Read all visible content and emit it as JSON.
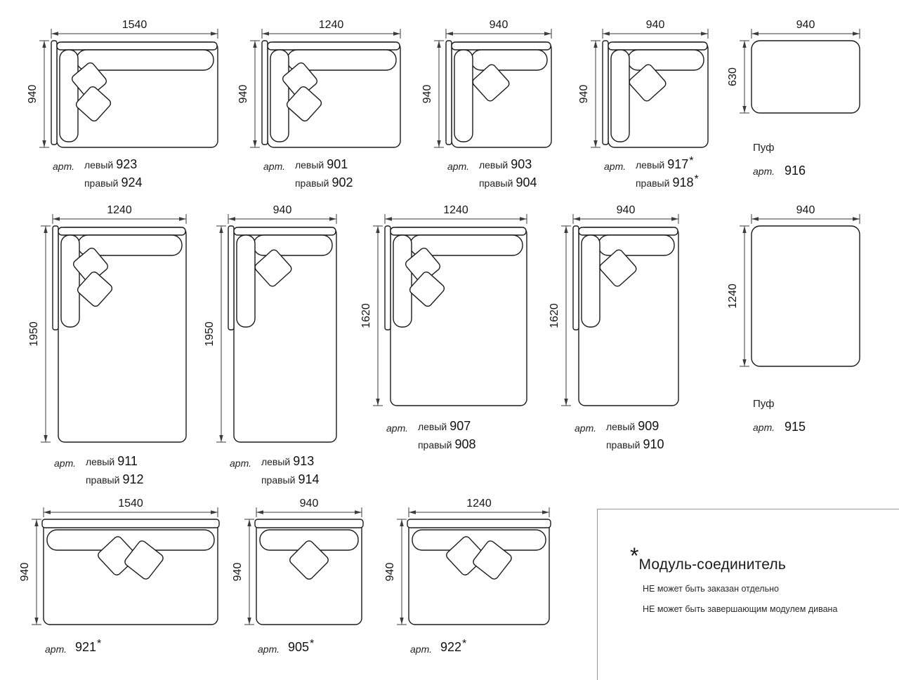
{
  "labels": {
    "art": "арт.",
    "left": "левый",
    "right": "правый",
    "pouf": "Пуф",
    "star": "*"
  },
  "modules": [
    {
      "top_dim": "1540",
      "side_dim": "940",
      "left_num": "923",
      "right_num": "924"
    },
    {
      "top_dim": "1240",
      "side_dim": "940",
      "left_num": "901",
      "right_num": "902"
    },
    {
      "top_dim": "940",
      "side_dim": "940",
      "left_num": "903",
      "right_num": "904"
    },
    {
      "top_dim": "940",
      "side_dim": "940",
      "left_num": "917",
      "right_num": "918"
    },
    {
      "top_dim": "940",
      "side_dim": "630",
      "num": "916"
    },
    {
      "top_dim": "1240",
      "side_dim": "1950",
      "left_num": "911",
      "right_num": "912"
    },
    {
      "top_dim": "940",
      "side_dim": "1950",
      "left_num": "913",
      "right_num": "914"
    },
    {
      "top_dim": "1240",
      "side_dim": "1620",
      "left_num": "907",
      "right_num": "908"
    },
    {
      "top_dim": "940",
      "side_dim": "1620",
      "left_num": "909",
      "right_num": "910"
    },
    {
      "top_dim": "940",
      "side_dim": "1240",
      "num": "915"
    },
    {
      "top_dim": "1540",
      "side_dim": "940",
      "num": "921"
    },
    {
      "top_dim": "940",
      "side_dim": "940",
      "num": "905"
    },
    {
      "top_dim": "1240",
      "side_dim": "940",
      "num": "922"
    }
  ],
  "legend": {
    "star": "*",
    "title": "Модуль-соединитель",
    "note1": "НЕ может быть заказан отдельно",
    "note2": "НЕ может быть завершающим модулем дивана"
  }
}
